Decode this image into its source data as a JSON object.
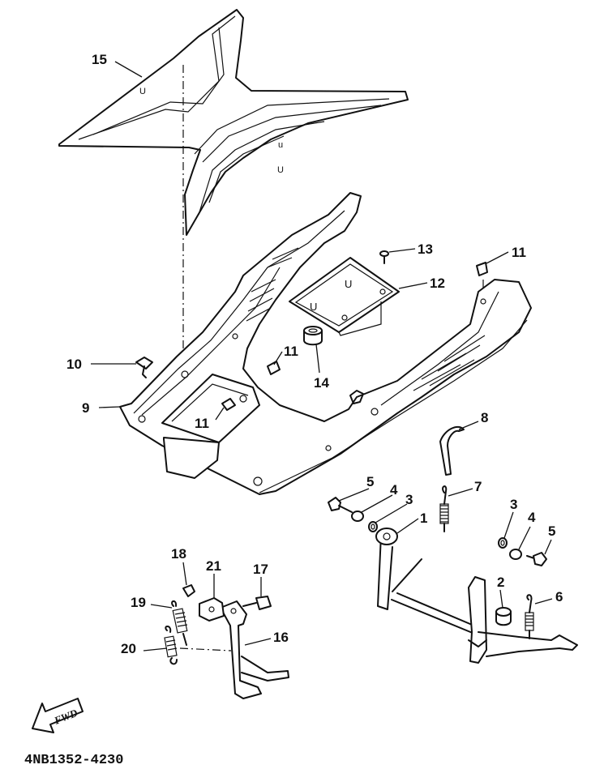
{
  "diagram": {
    "part_code": "4NB1352-4230",
    "direction_label": "FWD",
    "callouts": [
      {
        "id": "c15",
        "text": "15"
      },
      {
        "id": "c13",
        "text": "13"
      },
      {
        "id": "c11a",
        "text": "11"
      },
      {
        "id": "c12",
        "text": "12"
      },
      {
        "id": "c10",
        "text": "10"
      },
      {
        "id": "c11b",
        "text": "11"
      },
      {
        "id": "c14",
        "text": "14"
      },
      {
        "id": "c9",
        "text": "9"
      },
      {
        "id": "c11c",
        "text": "11"
      },
      {
        "id": "c8",
        "text": "8"
      },
      {
        "id": "c5a",
        "text": "5"
      },
      {
        "id": "c4a",
        "text": "4"
      },
      {
        "id": "c3a",
        "text": "3"
      },
      {
        "id": "c7",
        "text": "7"
      },
      {
        "id": "c1",
        "text": "1"
      },
      {
        "id": "c3b",
        "text": "3"
      },
      {
        "id": "c4b",
        "text": "4"
      },
      {
        "id": "c5b",
        "text": "5"
      },
      {
        "id": "c18",
        "text": "18"
      },
      {
        "id": "c21",
        "text": "21"
      },
      {
        "id": "c17",
        "text": "17"
      },
      {
        "id": "c19",
        "text": "19"
      },
      {
        "id": "c2",
        "text": "2"
      },
      {
        "id": "c6",
        "text": "6"
      },
      {
        "id": "c16",
        "text": "16"
      },
      {
        "id": "c20",
        "text": "20"
      }
    ]
  }
}
